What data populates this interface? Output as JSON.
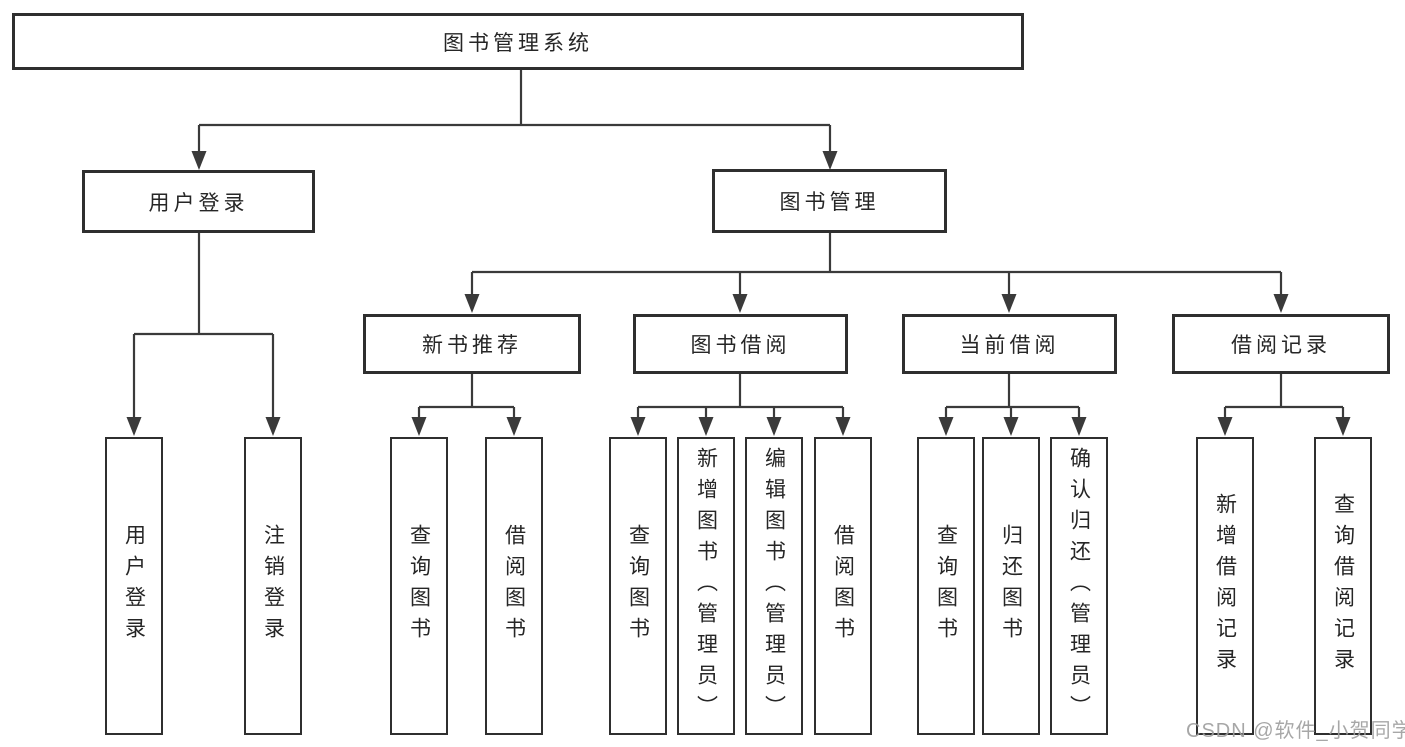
{
  "style": {
    "line_color": "#3a3a3a",
    "box_border_color": "#2f2f2f",
    "text_color": "#262626",
    "watermark_color": "#9e9e9e",
    "background": "#ffffff"
  },
  "tree": {
    "root": {
      "label": "图书管理系统",
      "children": [
        {
          "label": "用户登录",
          "children": [
            {
              "label": "用户登录"
            },
            {
              "label": "注销登录"
            }
          ]
        },
        {
          "label": "图书管理",
          "children": [
            {
              "label": "新书推荐",
              "children": [
                {
                  "label": "查询图书"
                },
                {
                  "label": "借阅图书"
                }
              ]
            },
            {
              "label": "图书借阅",
              "children": [
                {
                  "label": "查询图书"
                },
                {
                  "label": "新增图书（管理员）"
                },
                {
                  "label": "编辑图书（管理员）"
                },
                {
                  "label": "借阅图书"
                }
              ]
            },
            {
              "label": "当前借阅",
              "children": [
                {
                  "label": "查询图书"
                },
                {
                  "label": "归还图书"
                },
                {
                  "label": "确认归还（管理员）"
                }
              ]
            },
            {
              "label": "借阅记录",
              "children": [
                {
                  "label": "新增借阅记录"
                },
                {
                  "label": "查询借阅记录"
                }
              ]
            }
          ]
        }
      ]
    }
  },
  "watermark": {
    "text": "CSDN @软件_小贺同学"
  }
}
